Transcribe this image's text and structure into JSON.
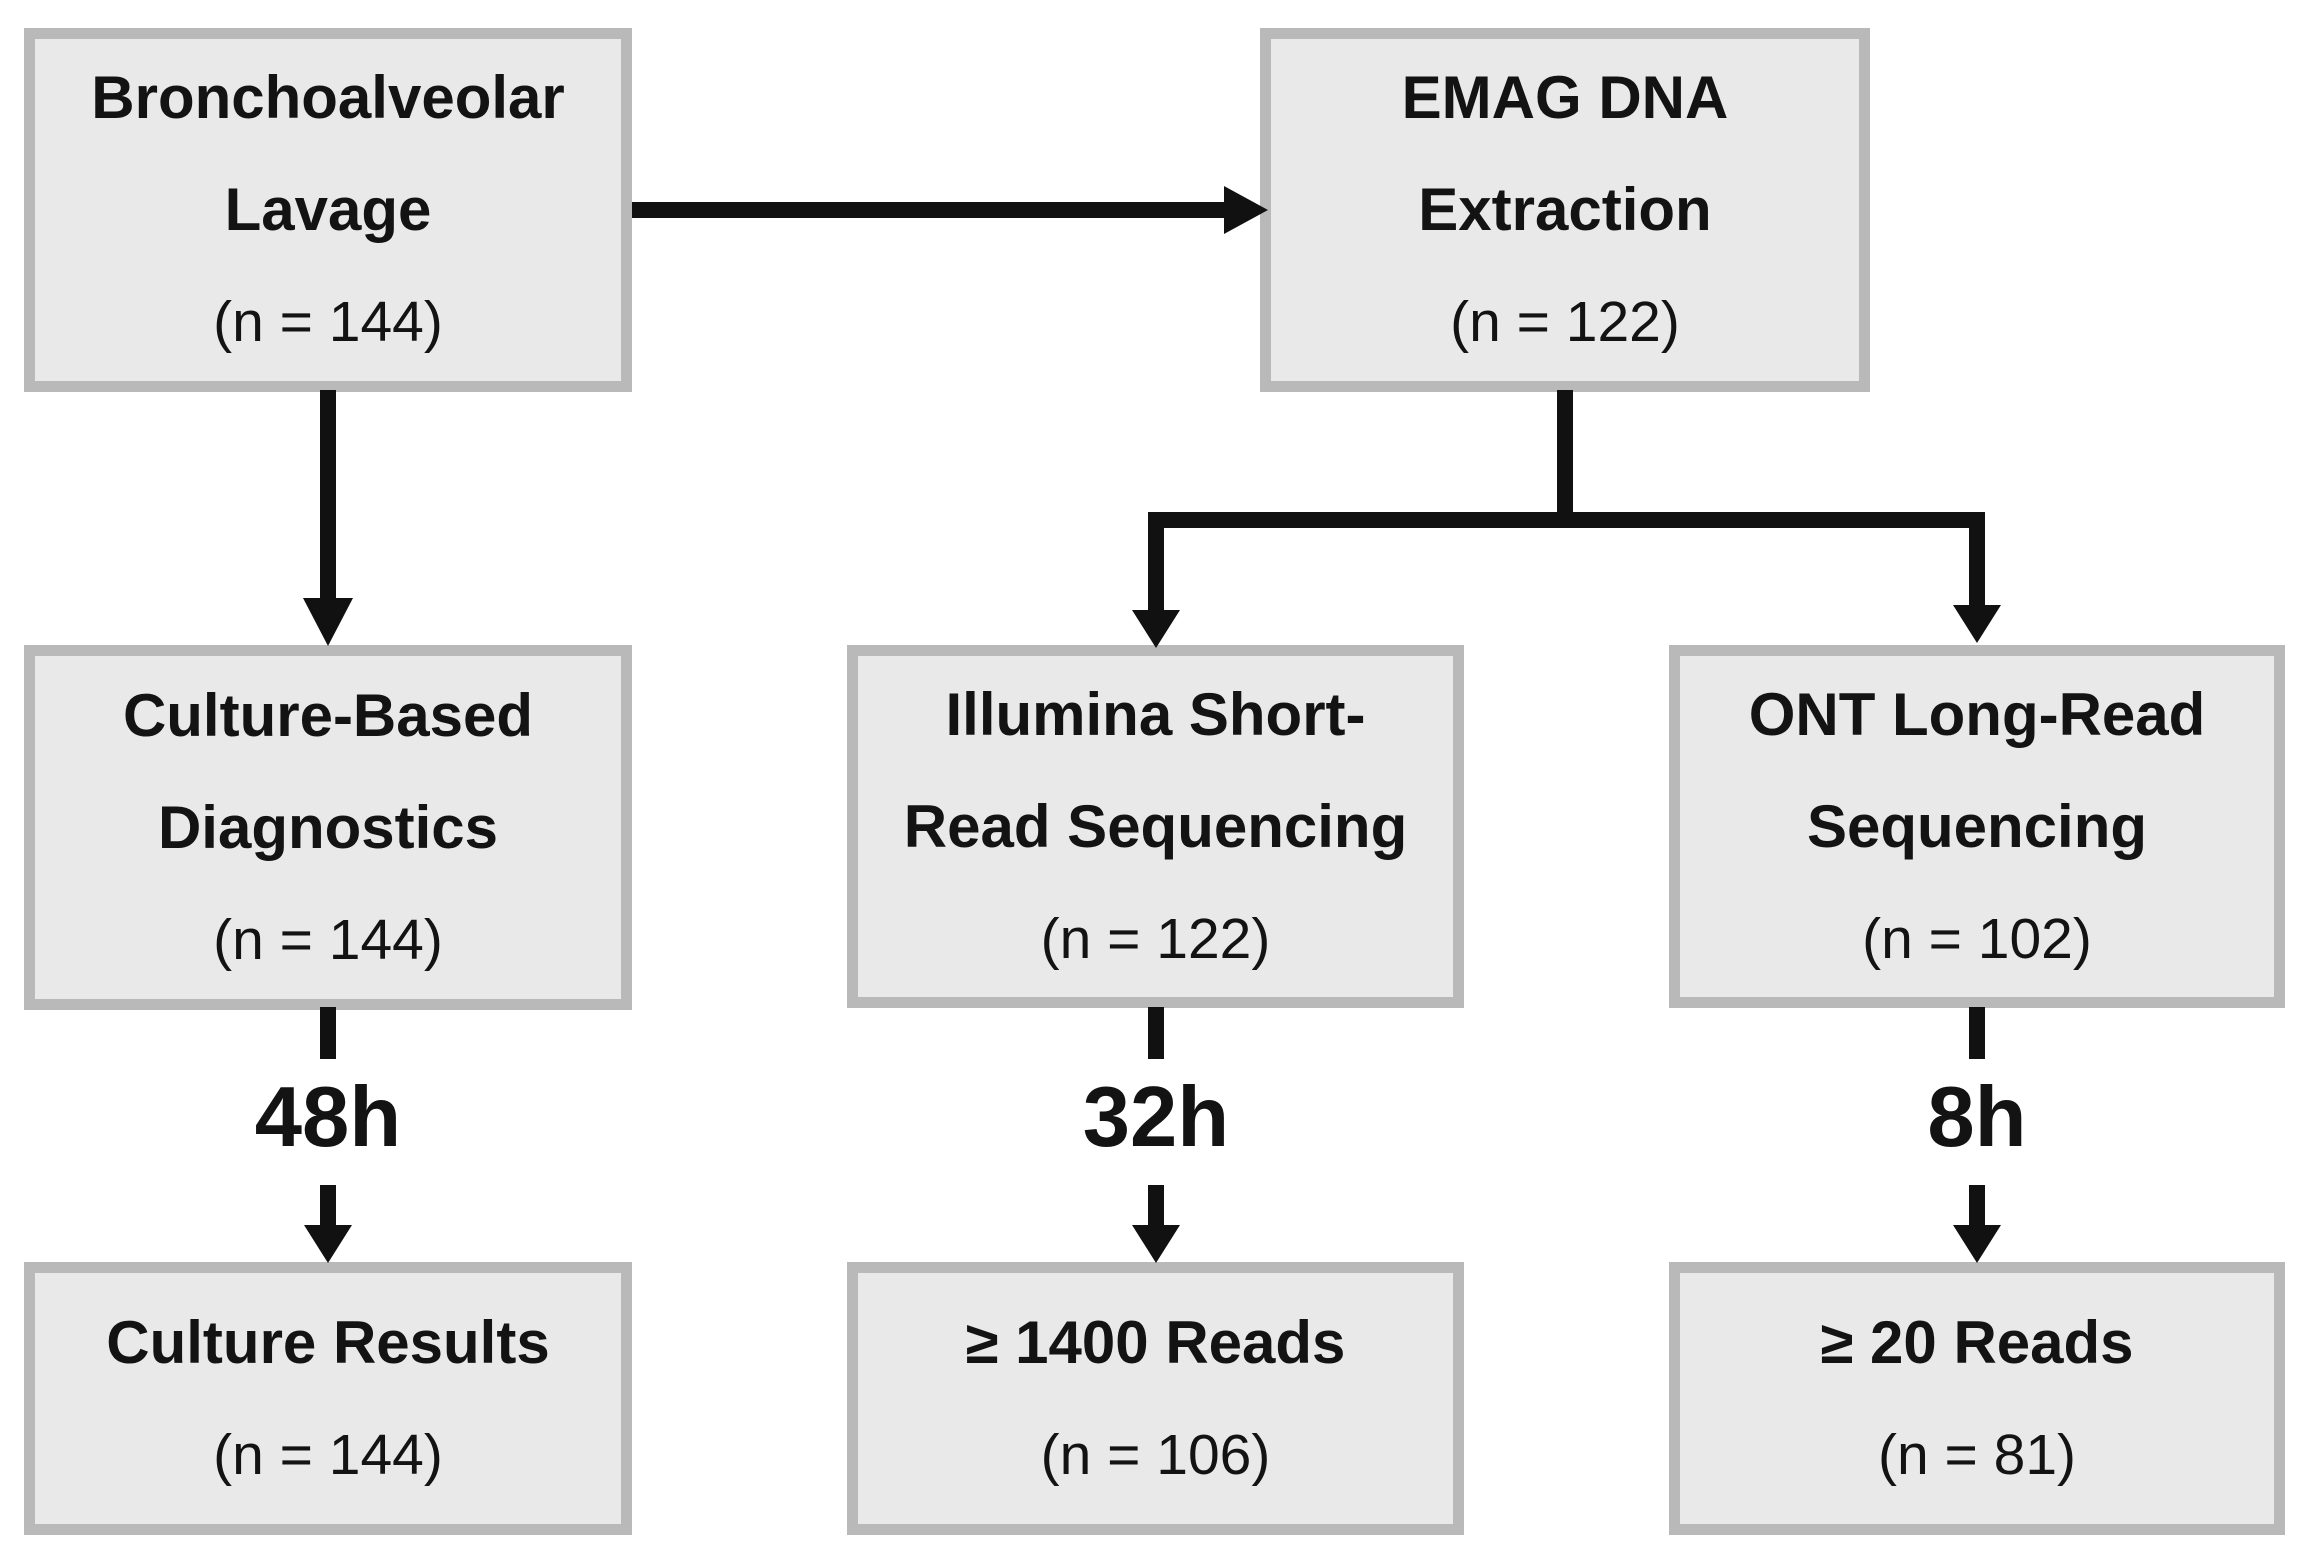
{
  "diagram": {
    "type": "flowchart",
    "colors": {
      "background": "#ffffff",
      "box_fill": "#e9e9e9",
      "box_border": "#b9b9b9",
      "line_and_text": "#111111"
    },
    "nodes": [
      {
        "id": "bronchoalveolar-lavage",
        "lines": [
          "Bronchoalveolar",
          "Lavage"
        ],
        "count": "(n = 144)"
      },
      {
        "id": "emag-dna-extraction",
        "lines": [
          "EMAG DNA",
          "Extraction"
        ],
        "count": "(n = 122)"
      },
      {
        "id": "culture-based-diagnostics",
        "lines": [
          "Culture-Based",
          "Diagnostics"
        ],
        "count": "(n = 144)"
      },
      {
        "id": "illumina-short-read-sequencing",
        "lines": [
          "Illumina Short-",
          "Read Sequencing"
        ],
        "count": "(n = 122)"
      },
      {
        "id": "ont-long-read-sequencing",
        "lines": [
          "ONT Long-Read",
          "Sequencing"
        ],
        "count": "(n = 102)"
      },
      {
        "id": "culture-results",
        "lines": [
          "Culture Results"
        ],
        "count": "(n = 144)"
      },
      {
        "id": "reads-1400",
        "lines": [
          "≥ 1400 Reads"
        ],
        "count": "(n = 106)"
      },
      {
        "id": "reads-20",
        "lines": [
          "≥ 20 Reads"
        ],
        "count": "(n = 81)"
      }
    ],
    "edge_time_labels": [
      {
        "id": "time-culture",
        "text": "48h"
      },
      {
        "id": "time-illumina",
        "text": "32h"
      },
      {
        "id": "time-ont",
        "text": "8h"
      }
    ]
  }
}
